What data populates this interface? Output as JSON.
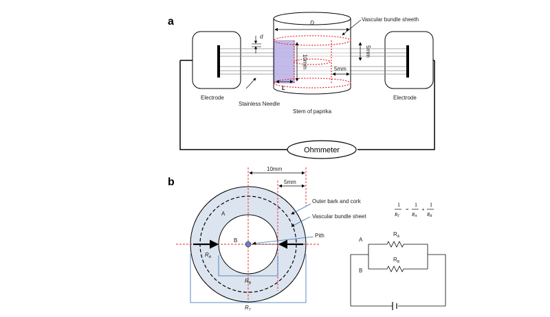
{
  "panel_a": {
    "label": "a",
    "dim_D": "D",
    "dim_d": "d",
    "dim_L": "L",
    "vascular_bundle_sheeth": "Vascular bundle sheeth",
    "dim_10mm_vertical": "10mm",
    "dim_5mm_vertical": "5mm",
    "dim_5mm_horizontal": "5mm",
    "electrode_left": "Electrode",
    "electrode_right": "Electrode",
    "stainless_needle": "Stainless Needle",
    "stem_of_paprika": "Stem of paprika",
    "ohmmeter": "Ohmmeter"
  },
  "panel_b": {
    "label": "b",
    "dim_10mm": "10mm",
    "dim_5mm": "5mm",
    "region_A": "A",
    "region_B": "B",
    "outer_bark": "Outer bark and cork",
    "vascular_bundle_sheet": "Vascular bundle sheet",
    "pith": "Pith",
    "R_A": "R",
    "R_A_sub": "A",
    "R_B": "R",
    "R_B_sub": "B",
    "R_T": "R",
    "R_T_sub": "T"
  },
  "equation": {
    "one": "1",
    "R": "R",
    "T": "T",
    "A": "A",
    "B": "B",
    "equals": "=",
    "plus": "+"
  },
  "circuit": {
    "node_A": "A",
    "node_B": "B",
    "res_A": "R",
    "res_A_sub": "A",
    "res_B": "R",
    "res_B_sub": "B"
  },
  "colors": {
    "measurement_red": "#e8202a",
    "ring_fill": "#dce4ef",
    "needle_fill": "#b8b0e6",
    "dim_line": "#2f6fb0"
  }
}
